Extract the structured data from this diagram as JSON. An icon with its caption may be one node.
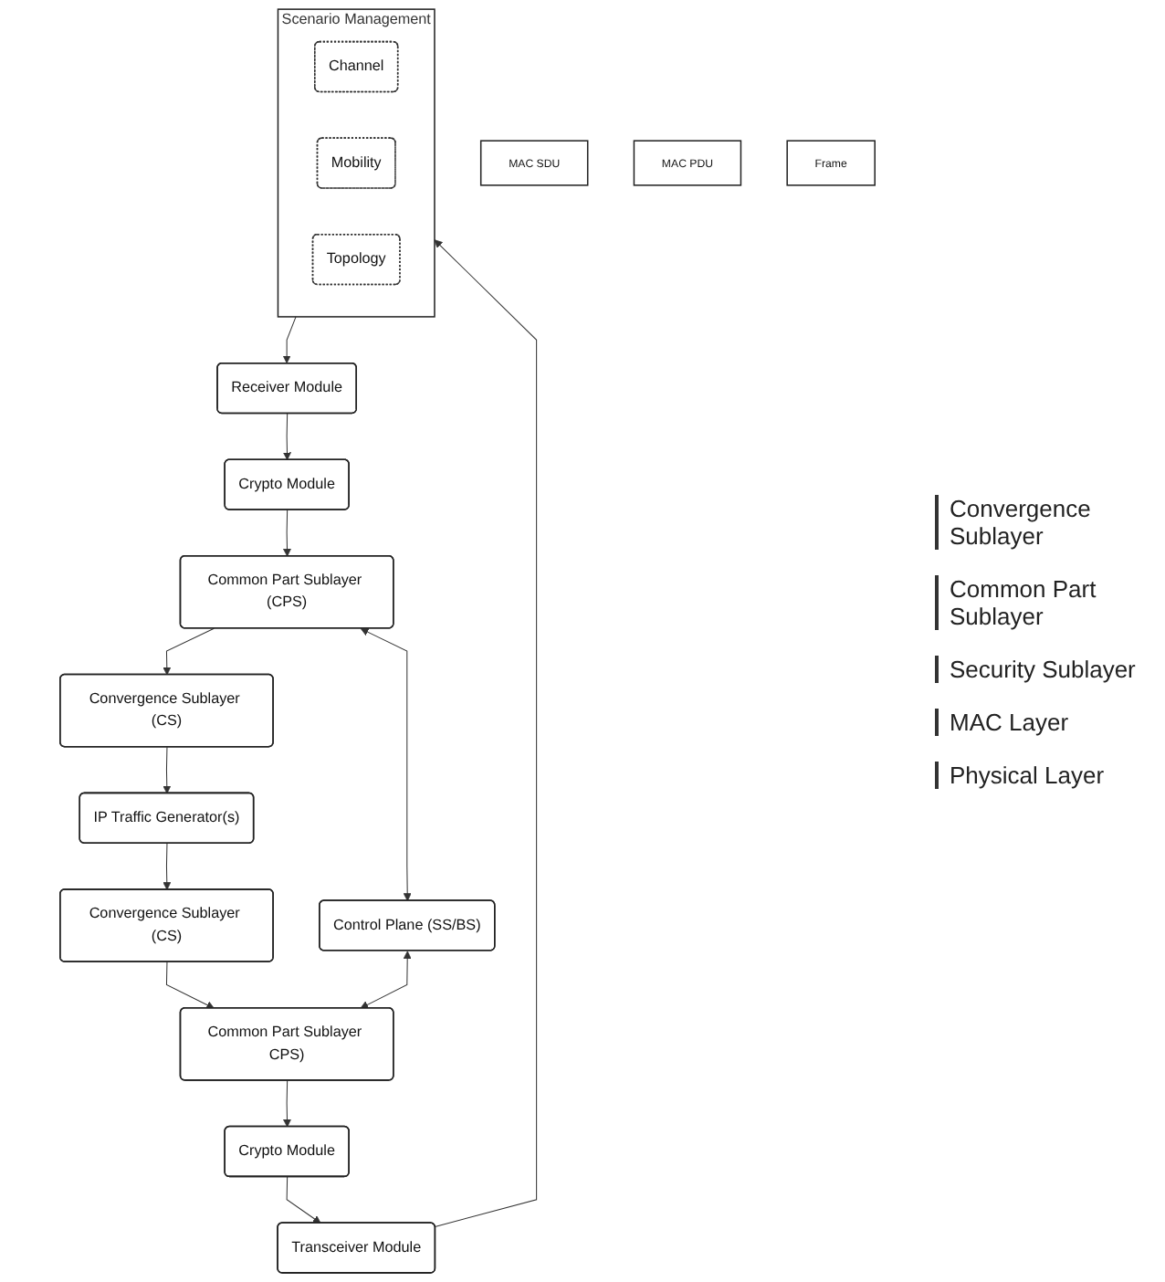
{
  "diagram": {
    "nodes": [
      {
        "text": [
          "IP Traffic Generator(s)"
        ]
      },
      {
        "text": [
          "Convergence Sublayer (CS)"
        ]
      },
      {
        "text": [
          "Convergence Sublayer (CS)"
        ]
      },
      {
        "text": [
          "MAC SDU"
        ]
      },
      {
        "text": [
          "Common Part Sublayer (CPS)"
        ]
      },
      {
        "text": [
          "Control Plane (SS/BS)"
        ]
      },
      {
        "text": [
          "Common Part Sublayer CPS)"
        ]
      },
      {
        "text": [
          "Crypto Module"
        ]
      },
      {
        "text": [
          "Crypto Module"
        ]
      },
      {
        "text": [
          "MAC PDU"
        ]
      },
      {
        "text": [
          "Receiver Module"
        ]
      },
      {
        "text": [
          "Transceiver Module"
        ]
      },
      {
        "text": [
          "Frame"
        ]
      },
      {
        "text": [
          "Scenario Management"
        ]
      },
      {
        "text": [
          "Channel"
        ],
        "in": 13
      },
      {
        "text": [
          "Mobility"
        ],
        "in": 13
      },
      {
        "text": [
          "Topology"
        ],
        "in": 13
      }
    ],
    "edges": [
      {
        "from": 13,
        "to": 10,
        "arrow": "to"
      },
      {
        "from": 10,
        "to": 7,
        "arrow": "to"
      },
      {
        "from": 7,
        "to": 4,
        "arrow": "to"
      },
      {
        "from": 4,
        "to": 1,
        "arrow": "to"
      },
      {
        "from": 1,
        "to": 0,
        "arrow": "to"
      },
      {
        "from": 0,
        "to": 2,
        "arrow": "to"
      },
      {
        "from": 2,
        "to": 6,
        "arrow": "to"
      },
      {
        "from": 6,
        "to": 8,
        "arrow": "to"
      },
      {
        "from": 8,
        "to": 11,
        "arrow": "to"
      },
      {
        "from": 11,
        "to": 13,
        "arrow": "to"
      },
      {
        "from": 4,
        "to": 5,
        "arrow": "both"
      },
      {
        "from": 5,
        "to": 6,
        "arrow": "both"
      }
    ],
    "labels": [
      "Convergence Sublayer",
      "Common Part Sublayer",
      "Security Sublayer",
      "MAC Layer",
      "Physical Layer"
    ]
  }
}
